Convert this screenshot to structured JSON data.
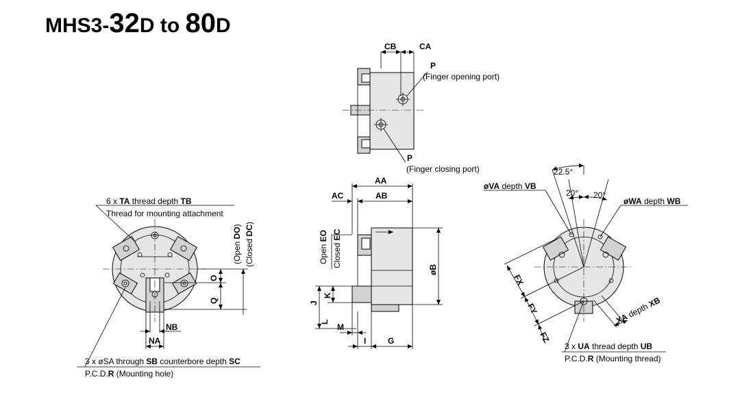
{
  "title": {
    "prefix": "MHS3-",
    "size1": "32",
    "suffix1": "D",
    "to": " to ",
    "size2": "80",
    "suffix2": "D"
  },
  "side_view": {
    "dim_CB": "CB",
    "dim_CA": "CA",
    "port_open_code": "P",
    "port_open_desc": "(Finger opening port)",
    "port_close_code": "P",
    "port_close_desc": "(Finger closing port)"
  },
  "front_view": {
    "ta_prefix": "6 x ",
    "ta_code": "TA",
    "ta_mid": " thread depth ",
    "tb_code": "TB",
    "ta_desc": "Thread for mounting attachment",
    "open_label": "(Open ",
    "do_code": "DO",
    "close_paren": ")",
    "closed_label": "(Closed ",
    "dc_code": "DC",
    "dim_O": "O",
    "dim_Q": "Q",
    "dim_NB": "NB",
    "dim_NA": "NA",
    "sa_prefix": "3 x øSA through ",
    "sb_code": "SB",
    "sb_mid": " counterbore depth ",
    "sc_code": "SC",
    "pcd_prefix": "P.C.D.",
    "pcd_code": "R",
    "pcd_desc": " (Mounting hole)"
  },
  "section_view": {
    "dim_AA": "AA",
    "dim_AC": "AC",
    "dim_AB": "AB",
    "open_text": "Open ",
    "eo_code": "EO",
    "closed_text": "Closed ",
    "ec_code": "EC",
    "dim_B": "øB",
    "dim_J": "J",
    "dim_K": "K",
    "dim_L": "L",
    "dim_M": "M",
    "dim_I": "I",
    "dim_G": "G"
  },
  "rear_view": {
    "angle_22": "22.5°",
    "angle_20a": "20°",
    "angle_20b": "20°",
    "va_code": "øVA",
    "va_mid": " depth ",
    "vb_code": "VB",
    "wa_code": "øWA",
    "wa_mid": " depth ",
    "wb_code": "WB",
    "dim_FX": "FX",
    "dim_FY": "FY",
    "dim_FZ": "FZ",
    "xa_code": "XA",
    "xa_mid": " depth ",
    "xb_code": "XB",
    "ua_prefix": "3 x ",
    "ua_code": "UA",
    "ua_mid": " thread depth ",
    "ub_code": "UB",
    "pcd_prefix": "P.C.D.",
    "pcd_code": "R",
    "pcd_desc": " (Mounting thread)"
  }
}
